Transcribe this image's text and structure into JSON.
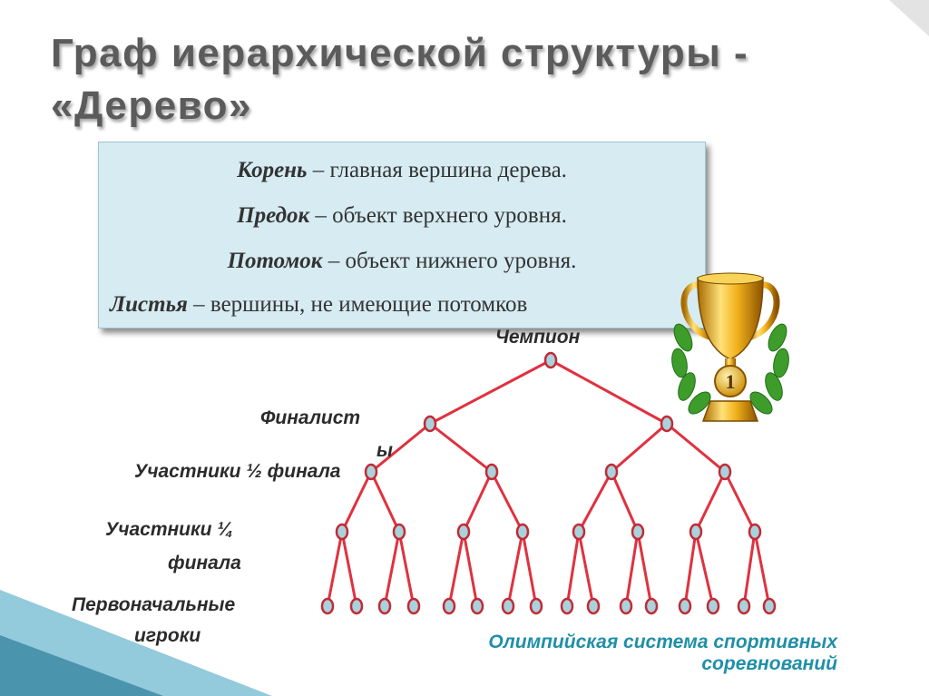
{
  "title": {
    "line1": "Граф иерархической структуры -",
    "line2": "«Дерево»"
  },
  "definitions": [
    {
      "term": "Корень",
      "text": " – главная вершина дерева."
    },
    {
      "term": "Предок",
      "text": " – объект верхнего уровня."
    },
    {
      "term": "Потомок",
      "text": " – объект нижнего уровня."
    },
    {
      "term": "Листья",
      "text": " – вершины, не имеющие потомков"
    }
  ],
  "levels": {
    "champion": "Чемпион",
    "finalists_a": "Финалист",
    "finalists_b": "ы",
    "semifinal": "Участники ½ финала",
    "quarter_a": "Участники ¼",
    "quarter_b": "финала",
    "initial_a": "Первоначальные",
    "initial_b": "игроки"
  },
  "caption": {
    "line1": "Олимпийская система спортивных",
    "line2": "соревнований"
  },
  "trophy": {
    "number": "1"
  },
  "colors": {
    "edge": "#e0313f",
    "node_fill": "#a9d2dc",
    "node_stroke": "#c22a35",
    "caption": "#1f8fa8"
  }
}
